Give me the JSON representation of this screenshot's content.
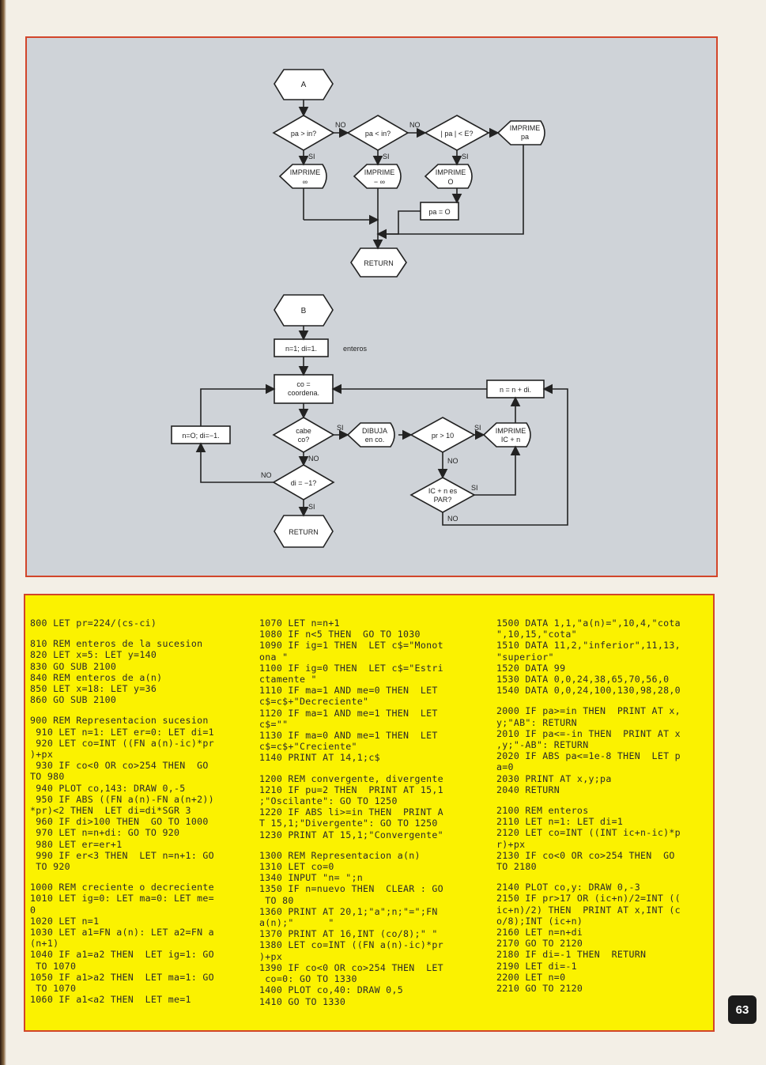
{
  "flowchart_a": {
    "start": "A",
    "d1": "pa > in?",
    "d2": "pa < in?",
    "d3": "| pa | < E?",
    "no": "NO",
    "si": "SI",
    "p_pos_1": "IMPRIME",
    "p_pos_2": "∞",
    "p_neg_1": "IMPRIME",
    "p_neg_2": "− ∞",
    "p_zero_1": "IMPRIME",
    "p_zero_2": "O",
    "p_pa_1": "IMPRIME",
    "p_pa_2": "pa",
    "assign": "pa = O",
    "end": "RETURN"
  },
  "flowchart_b": {
    "start": "B",
    "init": "n=1; di=1.",
    "init_note": "enteros",
    "coord_1": "co =",
    "coord_2": "coordena.",
    "incr": "n = n + di.",
    "reset": "n=O; di=−1.",
    "cabe_1": "cabe",
    "cabe_2": "co?",
    "draw_1": "DIBUJA",
    "draw_2": "en co.",
    "pr": "pr > 10",
    "print_1": "IMPRIME",
    "print_2": "IC + n",
    "di_q": "di = −1?",
    "par_1": "IC + n es",
    "par_2": "PAR?",
    "no": "NO",
    "si": "SI",
    "end": "RETURN"
  },
  "code": {
    "col1": [
      "800 LET pr=224/(cs-ci)",
      "",
      "810 REM enteros de la sucesion",
      "820 LET x=5: LET y=140",
      "830 GO SUB 2100",
      "840 REM enteros de a(n)",
      "850 LET x=18: LET y=36",
      "860 GO SUB 2100",
      "",
      "900 REM Representacion sucesion",
      " 910 LET n=1: LET er=0: LET di=1",
      " 920 LET co=INT ((FN a(n)-ic)*pr",
      ")+px",
      " 930 IF co<0 OR co>254 THEN  GO",
      "TO 980",
      " 940 PLOT co,143: DRAW 0,-5",
      " 950 IF ABS ((FN a(n)-FN a(n+2))",
      "*pr)<2 THEN  LET di=di*SGR 3",
      " 960 IF di>100 THEN  GO TO 1000",
      " 970 LET n=n+di: GO TO 920",
      " 980 LET er=er+1",
      " 990 IF er<3 THEN  LET n=n+1: GO",
      " TO 920",
      "",
      "1000 REM creciente o decreciente",
      "1010 LET ig=0: LET ma=0: LET me=",
      "0",
      "1020 LET n=1",
      "1030 LET a1=FN a(n): LET a2=FN a",
      "(n+1)",
      "1040 IF a1=a2 THEN  LET ig=1: GO",
      " TO 1070",
      "1050 IF a1>a2 THEN  LET ma=1: GO",
      " TO 1070",
      "1060 IF a1<a2 THEN  LET me=1"
    ],
    "col2": [
      "1070 LET n=n+1",
      "1080 IF n<5 THEN  GO TO 1030",
      "1090 IF ig=1 THEN  LET c$=\"Monot",
      "ona \"",
      "1100 IF ig=0 THEN  LET c$=\"Estri",
      "ctamente \"",
      "1110 IF ma=1 AND me=0 THEN  LET",
      "c$=c$+\"Decreciente\"",
      "1120 IF ma=1 AND me=1 THEN  LET",
      "c$=\"\"",
      "1130 IF ma=0 AND me=1 THEN  LET",
      "c$=c$+\"Creciente\"",
      "1140 PRINT AT 14,1;c$",
      "",
      "1200 REM convergente, divergente",
      "1210 IF pu=2 THEN  PRINT AT 15,1",
      ";\"Oscilante\": GO TO 1250",
      "1220 IF ABS li>=in THEN  PRINT A",
      "T 15,1;\"Divergente\": GO TO 1250",
      "1230 PRINT AT 15,1;\"Convergente\"",
      "",
      "1300 REM Representacion a(n)",
      "1310 LET co=0",
      "1340 INPUT \"n= \";n",
      "1350 IF n=nuevo THEN  CLEAR : GO",
      " TO 80",
      "1360 PRINT AT 20,1;\"a\";n;\"=\";FN",
      "a(n);\"      \"",
      "1370 PRINT AT 16,INT (co/8);\" \"",
      "1380 LET co=INT ((FN a(n)-ic)*pr",
      ")+px",
      "1390 IF co<0 OR co>254 THEN  LET",
      " co=0: GO TO 1330",
      "1400 PLOT co,40: DRAW 0,5",
      "1410 GO TO 1330"
    ],
    "col3": [
      "1500 DATA 1,1,\"a(n)=\",10,4,\"cota",
      "\",10,15,\"cota\"",
      "1510 DATA 11,2,\"inferior\",11,13,",
      "\"superior\"",
      "1520 DATA 99",
      "1530 DATA 0,0,24,38,65,70,56,0",
      "1540 DATA 0,0,24,100,130,98,28,0",
      "",
      "2000 IF pa>=in THEN  PRINT AT x,",
      "y;\"AB\": RETURN",
      "2010 IF pa<=-in THEN  PRINT AT x",
      ",y;\"-AB\": RETURN",
      "2020 IF ABS pa<=1e-8 THEN  LET p",
      "a=0",
      "2030 PRINT AT x,y;pa",
      "2040 RETURN",
      "",
      "2100 REM enteros",
      "2110 LET n=1: LET di=1",
      "2120 LET co=INT ((INT ic+n-ic)*p",
      "r)+px",
      "2130 IF co<0 OR co>254 THEN  GO",
      "TO 2180",
      "",
      "2140 PLOT co,y: DRAW 0,-3",
      "2150 IF pr>17 OR (ic+n)/2=INT ((",
      "ic+n)/2) THEN  PRINT AT x,INT (c",
      "o/8);INT (ic+n)",
      "2160 LET n=n+di",
      "2170 GO TO 2120",
      "2180 IF di=-1 THEN  RETURN",
      "2190 LET di=-1",
      "2200 LET n=0",
      "2210 GO TO 2120"
    ]
  },
  "page_number": "63"
}
